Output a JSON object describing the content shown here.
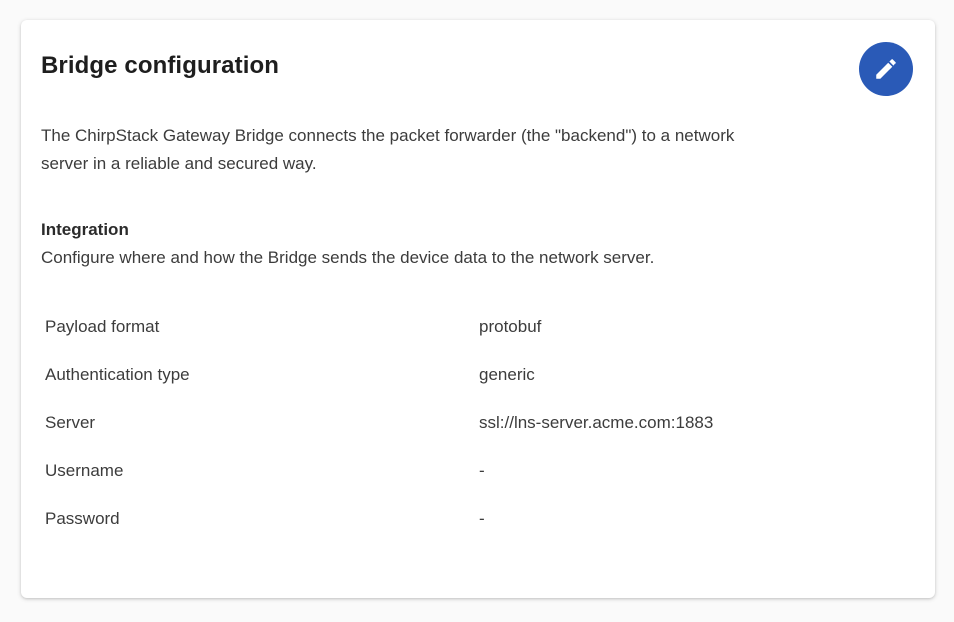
{
  "card": {
    "title": "Bridge configuration",
    "description": "The ChirpStack Gateway Bridge connects the packet forwarder (the \"backend\") to a network server in a reliable and secured way.",
    "section": {
      "heading": "Integration",
      "description": "Configure where and how the Bridge sends the device data to the network server."
    },
    "edit_button": {
      "icon": "edit-pencil-icon",
      "color": "#2A5AB7"
    },
    "settings": [
      {
        "label": "Payload format",
        "value": "protobuf"
      },
      {
        "label": "Authentication type",
        "value": "generic"
      },
      {
        "label": "Server",
        "value": "ssl://lns-server.acme.com:1883"
      },
      {
        "label": "Username",
        "value": "-"
      },
      {
        "label": "Password",
        "value": "-"
      }
    ]
  },
  "colors": {
    "accent": "#2A5AB7",
    "card_background": "#ffffff",
    "page_background": "#fafafa"
  }
}
